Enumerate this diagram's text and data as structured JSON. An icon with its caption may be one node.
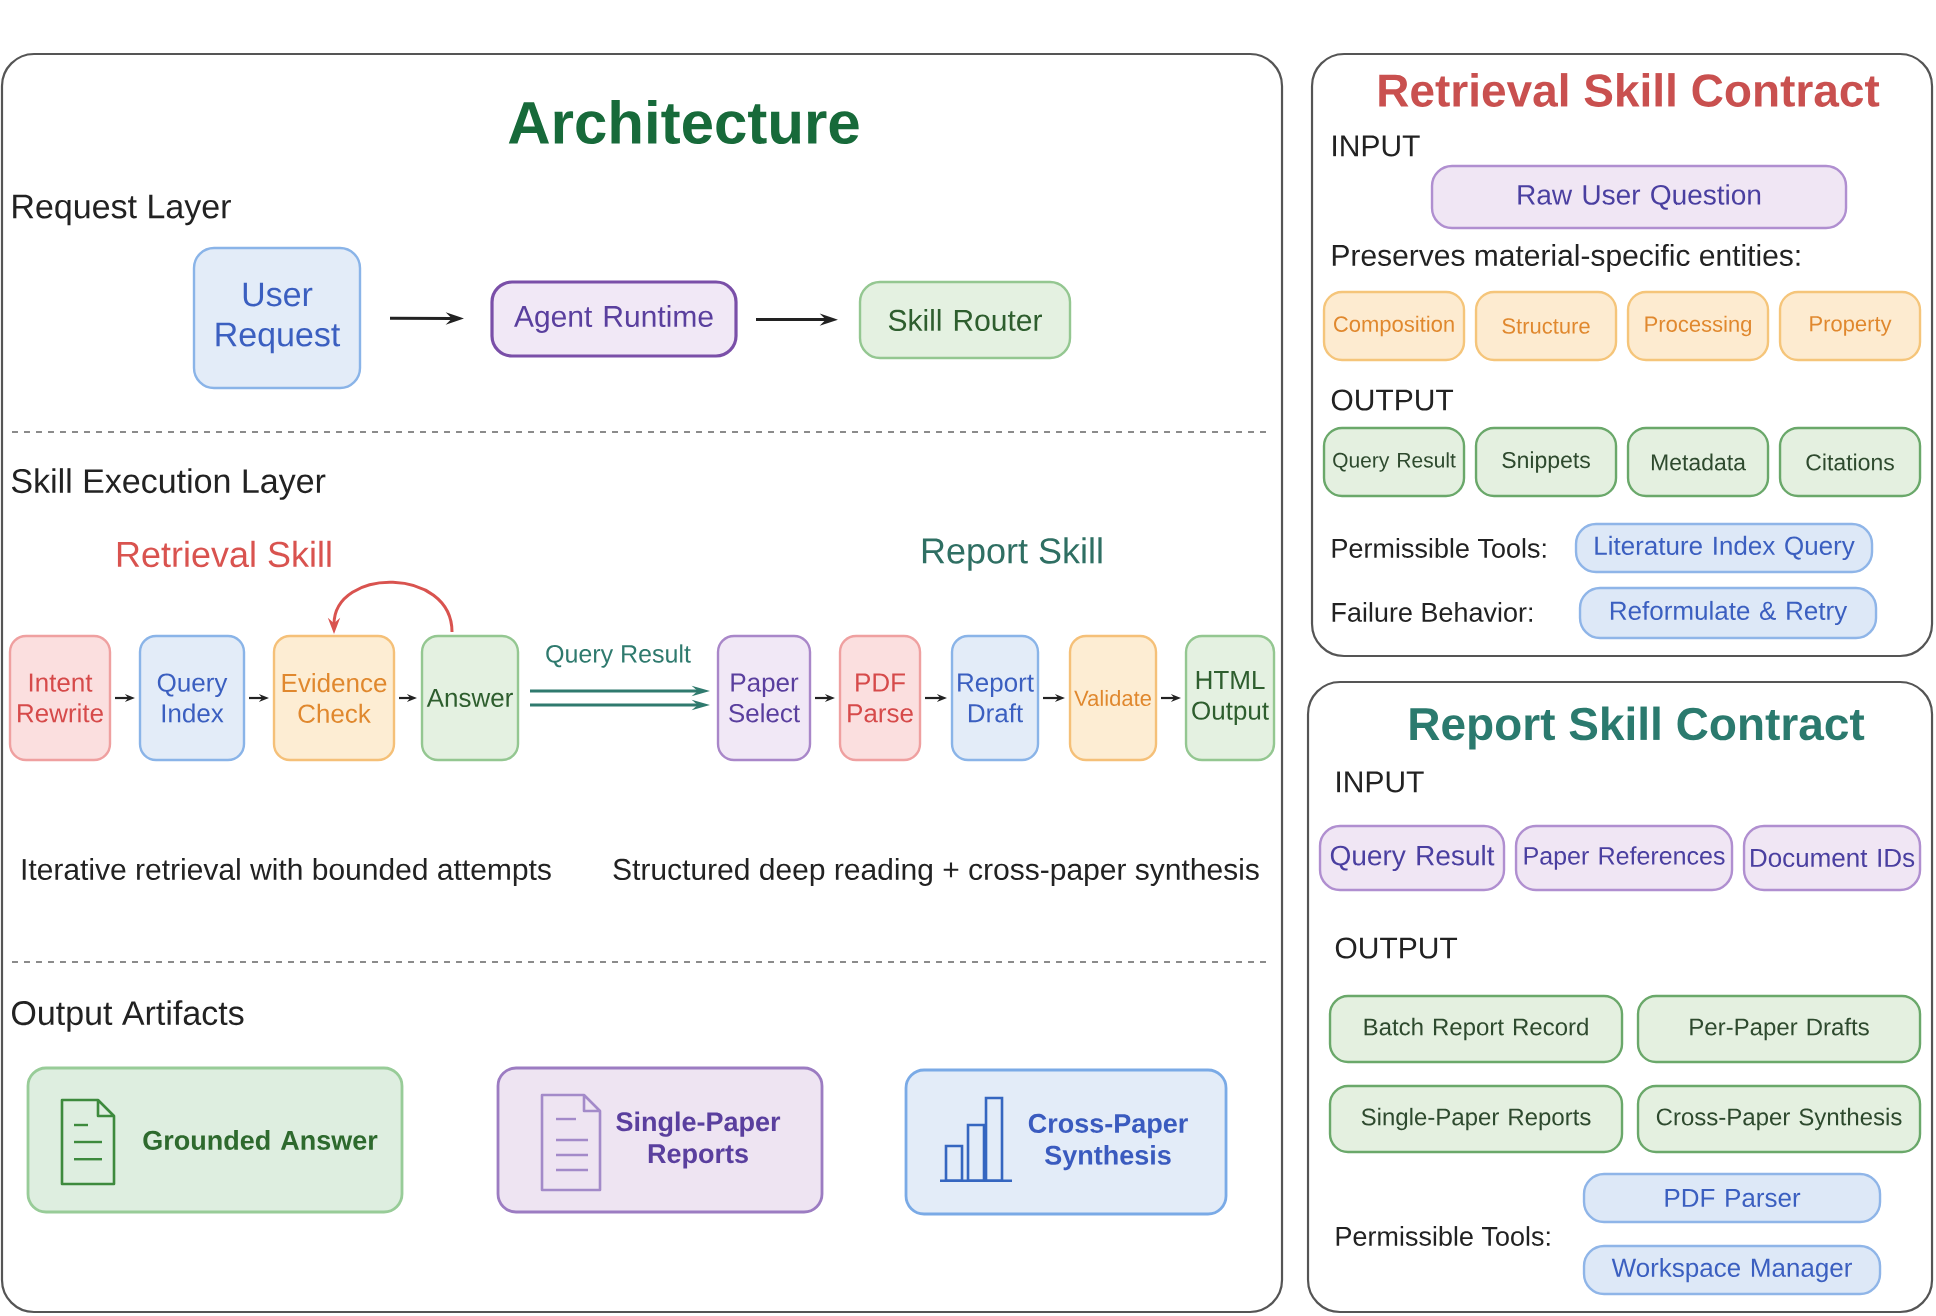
{
  "diagram": {
    "nodes": [
      {
        "text": [
          "Architecture"
        ]
      },
      {
        "text": [
          "User Request"
        ],
        "in": 0
      },
      {
        "text": [
          "Agent Runtime"
        ],
        "in": 0
      },
      {
        "text": [
          "Skill Router"
        ],
        "in": 0
      },
      {
        "text": [
          "Intent Rewrite"
        ],
        "in": 0
      },
      {
        "text": [
          "Query Index"
        ],
        "in": 0
      },
      {
        "text": [
          "Evidence Check"
        ],
        "in": 0
      },
      {
        "text": [
          "Answer"
        ],
        "in": 0
      },
      {
        "text": [
          "Paper Select"
        ],
        "in": 0
      },
      {
        "text": [
          "PDF Parse"
        ],
        "in": 0
      },
      {
        "text": [
          "Report Draft"
        ],
        "in": 0
      },
      {
        "text": [
          "Validate"
        ],
        "in": 0
      },
      {
        "text": [
          "HTML Output"
        ],
        "in": 0
      },
      {
        "text": [
          "Grounded Answer"
        ],
        "in": 0
      },
      {
        "text": [
          "Single-Paper Reports"
        ],
        "in": 0
      },
      {
        "text": [
          "Cross-Paper Synthesis"
        ],
        "in": 0
      },
      {
        "text": [
          "Retrieval Skill Contract"
        ]
      },
      {
        "text": [
          "Raw User Question"
        ],
        "in": 16
      },
      {
        "text": [
          "Composition"
        ],
        "in": 16
      },
      {
        "text": [
          "Structure"
        ],
        "in": 16
      },
      {
        "text": [
          "Processing"
        ],
        "in": 16
      },
      {
        "text": [
          "Property"
        ],
        "in": 16
      },
      {
        "text": [
          "Query Result"
        ],
        "in": 16
      },
      {
        "text": [
          "Snippets"
        ],
        "in": 16
      },
      {
        "text": [
          "Metadata"
        ],
        "in": 16
      },
      {
        "text": [
          "Citations"
        ],
        "in": 16
      },
      {
        "text": [
          "Literature Index Query"
        ],
        "in": 16
      },
      {
        "text": [
          "Reformulate & Retry"
        ],
        "in": 16
      },
      {
        "text": [
          "Report Skill Contract"
        ]
      },
      {
        "text": [
          "Query Result"
        ],
        "in": 28
      },
      {
        "text": [
          "Paper References"
        ],
        "in": 28
      },
      {
        "text": [
          "Document IDs"
        ],
        "in": 28
      },
      {
        "text": [
          "Batch Report Record"
        ],
        "in": 28
      },
      {
        "text": [
          "Per-Paper Drafts"
        ],
        "in": 28
      },
      {
        "text": [
          "Single-Paper Reports"
        ],
        "in": 28
      },
      {
        "text": [
          "Cross-Paper Synthesis"
        ],
        "in": 28
      },
      {
        "text": [
          "PDF Parser"
        ],
        "in": 28
      },
      {
        "text": [
          "Workspace Manager"
        ],
        "in": 28
      }
    ],
    "edges": [
      {
        "from": 1,
        "to": 2,
        "arrow": "to"
      },
      {
        "from": 2,
        "to": 3,
        "arrow": "to"
      },
      {
        "from": 4,
        "to": 5,
        "arrow": "to"
      },
      {
        "from": 5,
        "to": 6,
        "arrow": "to"
      },
      {
        "from": 6,
        "to": 7,
        "arrow": "to"
      },
      {
        "from": 7,
        "to": 6,
        "arrow": "to",
        "color": "#d9534f"
      },
      {
        "from": 7,
        "to": 8,
        "arrow": "to",
        "label": "Query Result",
        "color": "#2f7a6e"
      },
      {
        "from": 7,
        "to": 8,
        "arrow": "to",
        "color": "#2f7a6e"
      },
      {
        "from": 8,
        "to": 9,
        "arrow": "to"
      },
      {
        "from": 9,
        "to": 10,
        "arrow": "to"
      },
      {
        "from": 10,
        "to": 11,
        "arrow": "to"
      },
      {
        "from": 11,
        "to": 12,
        "arrow": "to"
      }
    ],
    "labels": [
      "Request Layer",
      "Skill Execution Layer",
      "Retrieval Skill",
      "Report Skill",
      "Iterative retrieval with bounded attempts",
      "Structured deep reading + cross-paper synthesis",
      "Output Artifacts",
      "INPUT",
      "Preserves material-specific entities:",
      "OUTPUT",
      "Permissible Tools:",
      "Failure Behavior:",
      "INPUT",
      "OUTPUT",
      "Permissible Tools:"
    ]
  }
}
